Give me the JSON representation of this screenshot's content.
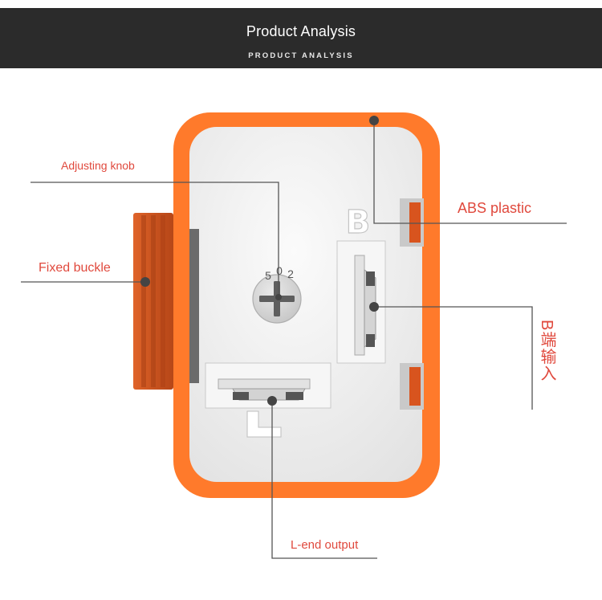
{
  "header": {
    "title": "Product Analysis",
    "subtitle": "PRODUCT ANALYSIS"
  },
  "labels": {
    "adjusting_knob": "Adjusting knob",
    "abs_plastic": "ABS plastic",
    "fixed_buckle": "Fixed buckle",
    "b_input": "B端输入",
    "l_output": "L-end output"
  },
  "device": {
    "knob_scale": [
      "5",
      "0",
      "2"
    ],
    "b_mark": "B",
    "l_mark": "L"
  },
  "colors": {
    "housing": "#ff7a2b",
    "housing_dark": "#d65a1c",
    "face": "#ebebeb",
    "label_red": "#e0493d",
    "leader_line": "#555555",
    "header_bg": "#2b2b2b"
  }
}
